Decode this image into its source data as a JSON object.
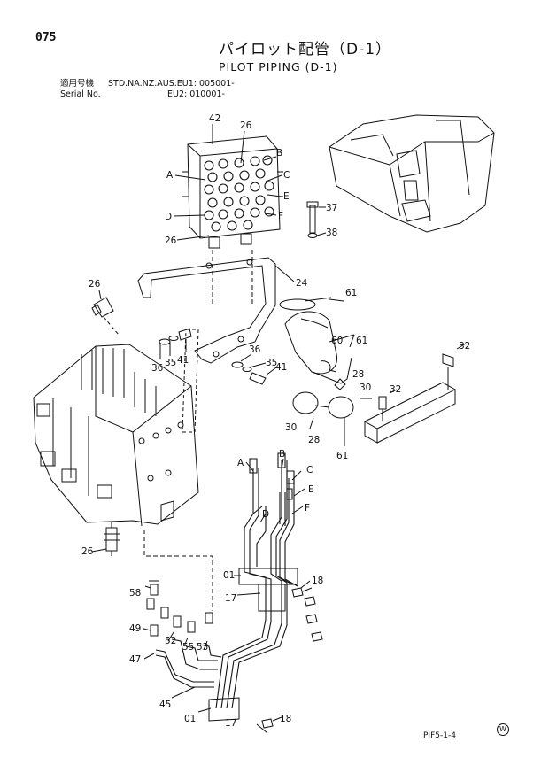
{
  "page_number": "075",
  "title": {
    "japanese": "パイロット配管（D-1）",
    "english": "PILOT PIPING (D-1)"
  },
  "serial_header": {
    "row1_label": "適用号機",
    "row1_value": "STD.NA.NZ.AUS.EU1: 005001-",
    "row2_label": "Serial No.",
    "row2_value": "EU2: 010001-"
  },
  "footer": {
    "drawing_code": "PIF5-1-4",
    "watermark_symbol": "W"
  },
  "callouts": [
    "42",
    "26",
    "B",
    "A",
    "C",
    "E",
    "D",
    "F",
    "26",
    "37",
    "38",
    "24",
    "26",
    "61",
    "60",
    "61",
    "36",
    "35",
    "41",
    "36",
    "35",
    "41",
    "32",
    "28",
    "30",
    "32",
    "30",
    "28",
    "61",
    "A",
    "B",
    "C",
    "E",
    "D",
    "F",
    "26",
    "01",
    "17",
    "18",
    "58",
    "49",
    "52",
    "55",
    "53",
    "47",
    "45",
    "01",
    "17",
    "18"
  ]
}
